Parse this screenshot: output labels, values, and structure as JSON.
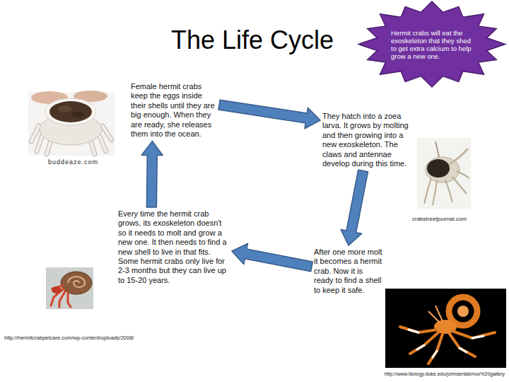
{
  "diagram": {
    "title": "The Life Cycle",
    "nodes": [
      {
        "text": [
          "Hermit crabs will eat the exoskeleton that they shed to get extra calcium to help grow a new one."
        ]
      },
      {
        "text": [
          "Female hermit crabs keep the eggs inside their shells until they are big enough. When they are ready, she releases them into the ocean."
        ]
      },
      {
        "text": [
          "They hatch into a zoea larva. It grows by molting and then growing into a new exoskeleton. The claws and antennae develop during this time."
        ]
      },
      {
        "text": [
          "After one more molt it becomes a hermit crab. Now it is ready to find a shell to keep it safe."
        ]
      },
      {
        "text": [
          "Every time the hermit crab grows, its exoskeleton doesn't so it needs to molt and grow a new one. It then needs to find a new shell to live in that fits. Some hermit crabs only live for 2-3 months but they can live up to 15-20 years."
        ]
      }
    ],
    "edges": [
      {
        "from": 1,
        "to": 2,
        "arrow": "to"
      },
      {
        "from": 2,
        "to": 3,
        "arrow": "to"
      },
      {
        "from": 3,
        "to": 4,
        "arrow": "to"
      },
      {
        "from": 4,
        "to": 1,
        "arrow": "to"
      }
    ],
    "labels": [
      "buddeaze.com",
      "crabstreetjournal.com",
      "http://hermitcrabpetcare.com/wp-content/uploads/2008/",
      "http://www.biology.duke.edu/johnsenlab/nov%20gallery"
    ]
  }
}
